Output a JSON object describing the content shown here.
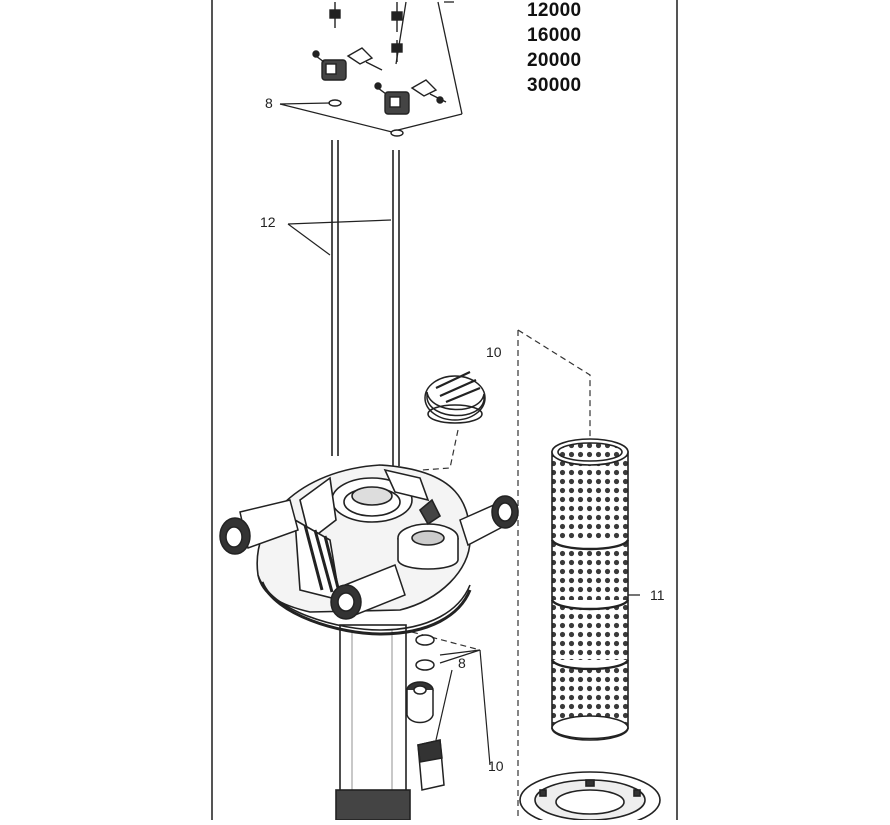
{
  "models": [
    "12000",
    "16000",
    "20000",
    "30000"
  ],
  "callouts": {
    "rod_washer": "8",
    "rods": "12",
    "knob": "10",
    "filter_sleeve": "11",
    "lower_washers": "8",
    "lower_valve": "10"
  }
}
